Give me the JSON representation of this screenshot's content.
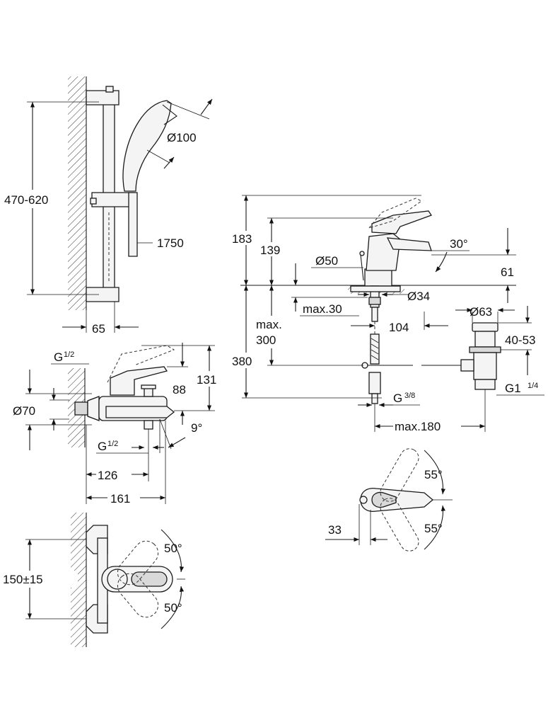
{
  "shower_set": {
    "height_range": "470-620",
    "head_diameter": "Ø100",
    "hose_length": "1750",
    "wall_distance": "65"
  },
  "bath_mixer": {
    "inlet_thread_top": "G",
    "inlet_thread_top_frac": "1/2",
    "outlet_diameter": "Ø70",
    "height_total": "131",
    "height_body": "88",
    "spout_angle": "9°",
    "inlet_thread_bottom": "G",
    "inlet_thread_bottom_frac": "1/2",
    "depth_a": "126",
    "depth_b": "161"
  },
  "thermostat": {
    "center_distance": "150±15",
    "angle_up": "50°",
    "angle_down": "50°"
  },
  "basin_mixer": {
    "height_total": "183",
    "height_spout": "139",
    "lever_angle": "30°",
    "base_diameter": "Ø50",
    "spout_height": "61",
    "shank_diameter": "Ø34",
    "max_thickness": "max.30",
    "projection": "104",
    "max_depth_label_1": "max.",
    "max_depth_label_2": "300",
    "connection_height": "380",
    "waste_diameter": "Ø63",
    "waste_range": "40-53",
    "hose_thread": "G",
    "hose_thread_frac": "3/8",
    "waste_thread": "G1",
    "waste_thread_frac": "1/4",
    "max_reach": "max.180"
  },
  "lever_top_view": {
    "angle_up": "55°",
    "angle_down": "55°",
    "offset": "33"
  }
}
